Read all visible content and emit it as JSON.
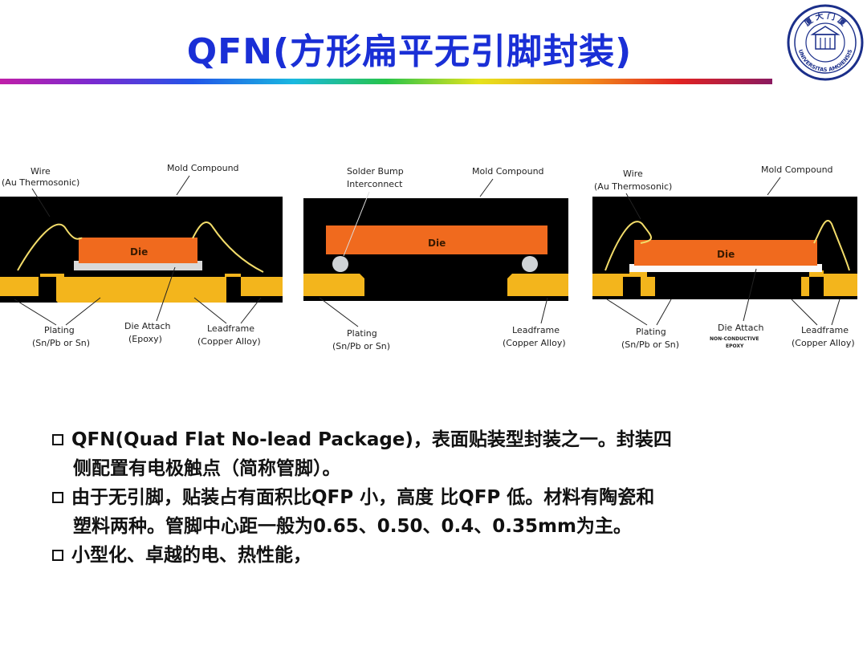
{
  "title": "QFN(方形扁平无引脚封装)",
  "seal_text": {
    "top": "厦 大 门 厦",
    "bottom": "UNIVERSITAS AMOIENSIS"
  },
  "diagrams": [
    {
      "die": "Die",
      "labels": {
        "wire": [
          "Wire",
          "(Au Thermosonic)"
        ],
        "mold": [
          "Mold Compound"
        ],
        "plating": [
          "Plating",
          "(Sn/Pb or Sn)"
        ],
        "attach": [
          "Die Attach",
          "(Epoxy)"
        ],
        "leadframe": [
          "Leadframe",
          "(Copper Alloy)"
        ]
      }
    },
    {
      "die": "Die",
      "labels": {
        "bump": [
          "Solder Bump",
          "Interconnect"
        ],
        "mold": [
          "Mold Compound"
        ],
        "plating": [
          "Plating",
          "(Sn/Pb or Sn)"
        ],
        "leadframe": [
          "Leadframe",
          "(Copper Alloy)"
        ]
      }
    },
    {
      "die": "Die",
      "labels": {
        "wire": [
          "Wire",
          "(Au Thermosonic)"
        ],
        "mold": [
          "Mold Compound"
        ],
        "plating": [
          "Plating",
          "(Sn/Pb or Sn)"
        ],
        "attach": [
          "Die Attach",
          "NON-CONDUCTIVE",
          "EPOXY"
        ],
        "leadframe": [
          "Leadframe",
          "(Copper Alloy)"
        ]
      }
    }
  ],
  "bullets": [
    {
      "lines": [
        "QFN(Quad  Flat  No-lead  Package)，表面贴装型封装之一。封装四",
        "侧配置有电极触点（简称管脚）。"
      ]
    },
    {
      "lines": [
        "由于无引脚，贴装占有面积比QFP 小，高度 比QFP 低。材料有陶瓷和",
        "塑料两种。管脚中心距一般为0.65、0.50、0.4、0.35mm为主。"
      ]
    },
    {
      "lines": [
        "小型化、卓越的电、热性能，"
      ]
    }
  ],
  "colors": {
    "title": "#1a2fd6",
    "die": "#f06a1e",
    "leadframe": "#f3b51c",
    "mold": "#000000"
  }
}
